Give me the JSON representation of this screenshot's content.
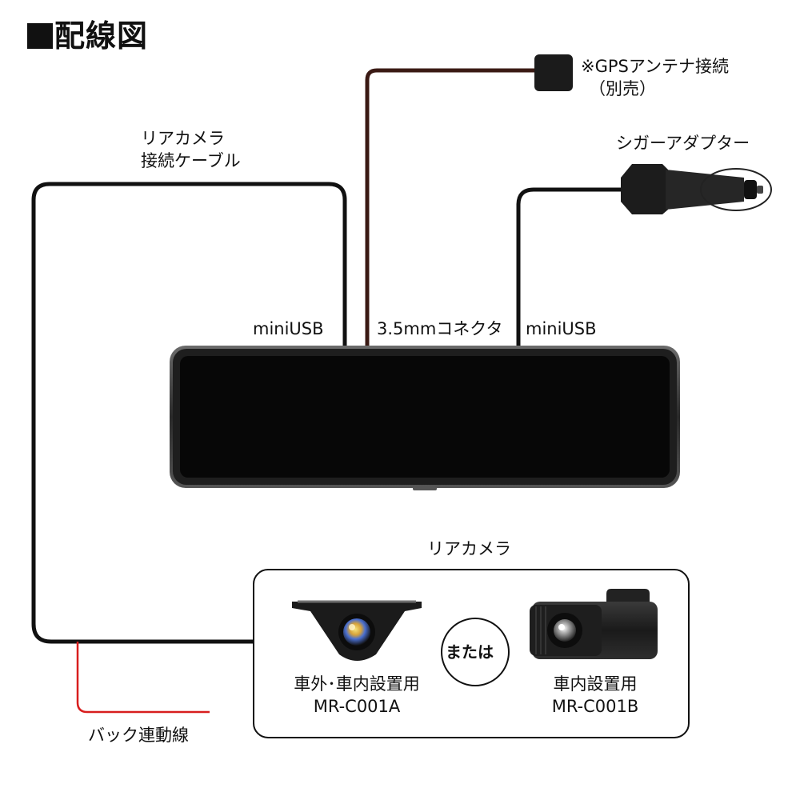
{
  "title": "配線図",
  "labels": {
    "gps_line1": "※GPSアンテナ接続",
    "gps_line2": "（別売）",
    "cigar": "シガーアダプター",
    "rear_cable_line1": "リアカメラ",
    "rear_cable_line2": "接続ケーブル",
    "port_left": "miniUSB",
    "port_center": "3.5mmコネクタ",
    "port_right": "miniUSB",
    "rear_camera_group": "リアカメラ",
    "or": "または",
    "cam_a_line1": "車外･車内設置用",
    "cam_a_line2": "MR-C001A",
    "cam_b_line1": "車内設置用",
    "cam_b_line2": "MR-C001B",
    "back_signal": "バック連動線"
  },
  "colors": {
    "cable": "#111111",
    "back_signal_wire": "#d81e1e",
    "mirror_body": "#1a1a1a"
  }
}
